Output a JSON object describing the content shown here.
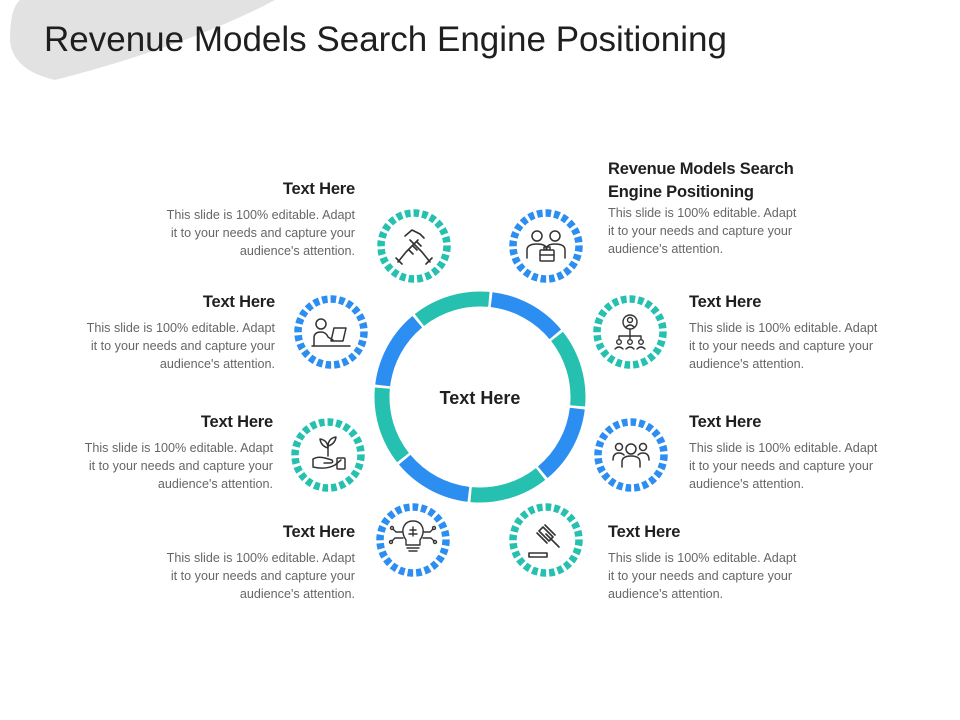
{
  "title": "Revenue Models Search Engine Positioning",
  "center_label": "Text Here",
  "colors": {
    "blue": "#2d8ef1",
    "teal": "#26c0b0",
    "icon_stroke": "#333333",
    "title": "#1f1f1f",
    "body": "#666666"
  },
  "items": [
    {
      "id": "top-left",
      "title": "Text Here",
      "body": "This slide is 100% editable. Adapt\nit to your needs and capture your\naudience's attention.",
      "icon": "handshake-icon",
      "ring_color": "teal"
    },
    {
      "id": "top-right",
      "title": "Revenue Models Search\nEngine Positioning",
      "body": "This slide is 100% editable. Adapt\nit to your needs and capture your\naudience's attention.",
      "icon": "business-team-briefcase-icon",
      "ring_color": "blue"
    },
    {
      "id": "upper-left",
      "title": "Text Here",
      "body": "This slide is 100% editable. Adapt\nit to your needs and capture your\naudience's attention.",
      "icon": "person-at-laptop-icon",
      "ring_color": "blue"
    },
    {
      "id": "upper-right",
      "title": "Text Here",
      "body": "This slide is 100% editable. Adapt\nit to your needs and capture your\naudience's attention.",
      "icon": "network-people-icon",
      "ring_color": "teal"
    },
    {
      "id": "lower-left",
      "title": "Text Here",
      "body": "This slide is 100% editable. Adapt\nit to your needs and capture your\naudience's attention.",
      "icon": "hand-growing-plant-icon",
      "ring_color": "teal"
    },
    {
      "id": "lower-right",
      "title": "Text Here",
      "body": "This slide is 100% editable. Adapt\nit to your needs and capture your\naudience's attention.",
      "icon": "group-of-people-icon",
      "ring_color": "blue"
    },
    {
      "id": "bottom-left",
      "title": "Text Here",
      "body": "This slide is 100% editable. Adapt\nit to your needs and capture your\naudience's attention.",
      "icon": "lightbulb-circuit-icon",
      "ring_color": "blue"
    },
    {
      "id": "bottom-right",
      "title": "Text Here",
      "body": "This slide is 100% editable. Adapt\nit to your needs and capture your\naudience's attention.",
      "icon": "gavel-icon",
      "ring_color": "teal"
    }
  ]
}
